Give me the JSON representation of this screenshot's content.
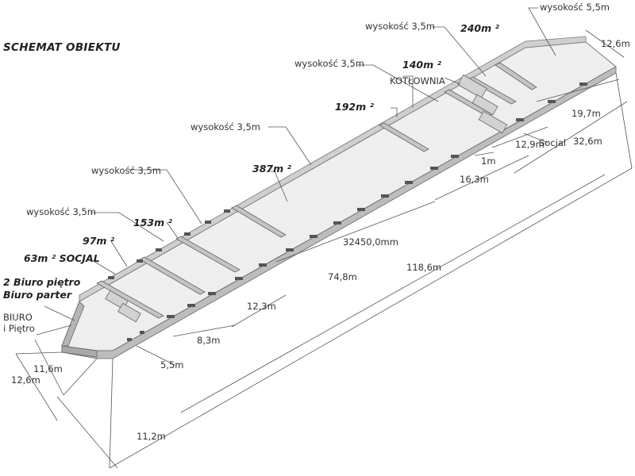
{
  "title": "SCHEMAT OBIEKTU",
  "labels": {
    "h_top": "wysokość 5,5m",
    "h_240": "wysokość 3,5m",
    "h_140": "wysokość 3,5m",
    "h_387": "wysokość 3,5m",
    "h_153": "wysokość 3,5m",
    "h_left": "wysokość 3,5m",
    "kotlownia": "KOTŁOWNIA",
    "socjal": "Socjal",
    "biuro": "BIURO",
    "pietro": "i Piętro",
    "biuro_pietro": "2 Biuro piętro",
    "biuro_parter": "Biuro parter"
  },
  "areas": {
    "a240": "240m ²",
    "a140": "140m ²",
    "a192": "192m ²",
    "a387": "387m ²",
    "a153": "153m ²",
    "a97": "97m ²",
    "a63": "63m ² SOCJAL"
  },
  "dimensions": {
    "d12_6_top": "12,6m",
    "d19_7": "19,7m",
    "d32_6": "32,6m",
    "d12_9": "12,9m",
    "d1": "1m",
    "d16_3": "16,3m",
    "d32450": "32450,0mm",
    "d74_8": "74,8m",
    "d118_6": "118,6m",
    "d12_3": "12,3m",
    "d8_3": "8,3m",
    "d5_5": "5,5m",
    "d11_6": "11,6m",
    "d12_6_left": "12,6m",
    "d11_2": "11,2m"
  }
}
